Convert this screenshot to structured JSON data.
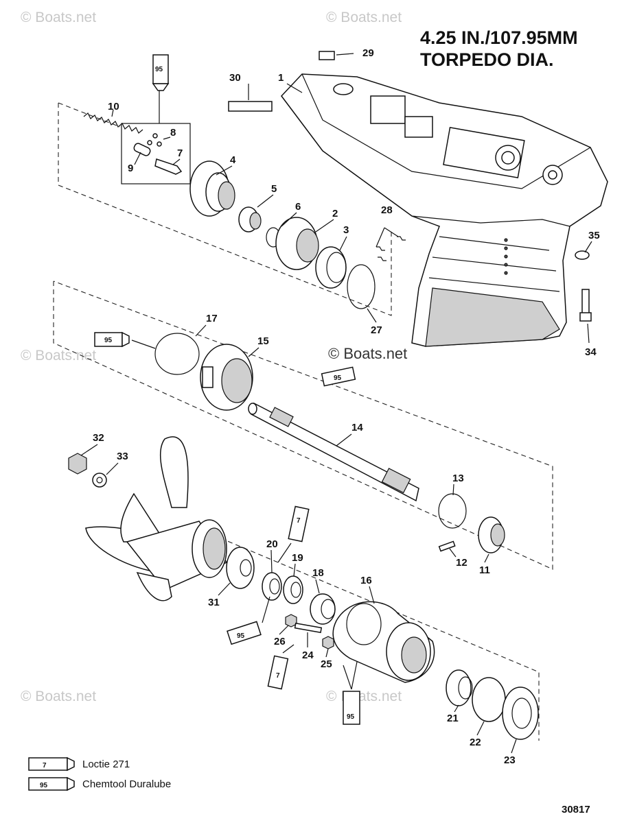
{
  "title": {
    "line1": "4.25 IN./107.95MM",
    "line2": "TORPEDO DIA."
  },
  "watermark": "© Boats.net",
  "center_watermark": "© Boats.net",
  "drawing_number": "30817",
  "legend": [
    {
      "tube": "7",
      "label": "Loctie 271"
    },
    {
      "tube": "95",
      "label": "Chemtool Duralube"
    }
  ],
  "tubes": {
    "loctite": "7",
    "duralube": "95"
  },
  "callouts": [
    "1",
    "2",
    "3",
    "4",
    "5",
    "6",
    "7",
    "8",
    "9",
    "10",
    "11",
    "12",
    "13",
    "14",
    "15",
    "16",
    "17",
    "18",
    "19",
    "20",
    "21",
    "22",
    "23",
    "24",
    "25",
    "26",
    "27",
    "28",
    "29",
    "30",
    "31",
    "32",
    "33",
    "34",
    "35"
  ]
}
